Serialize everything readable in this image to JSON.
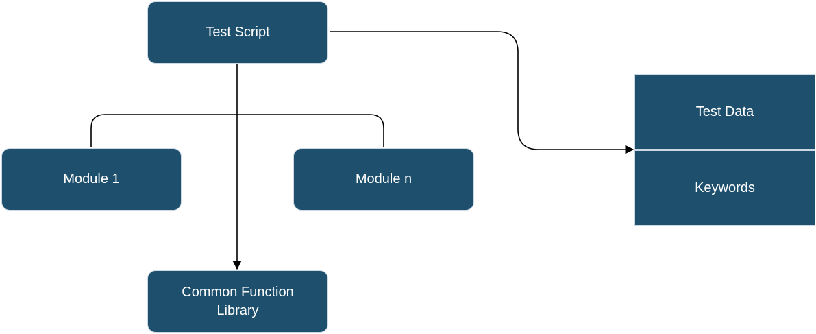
{
  "colors": {
    "box_fill": "#1e506d",
    "line": "#000000"
  },
  "nodes": {
    "test_script": "Test Script",
    "module_1": "Module 1",
    "module_n": "Module n",
    "common_library": "Common Function Library",
    "test_data": "Test Data",
    "keywords": "Keywords"
  }
}
